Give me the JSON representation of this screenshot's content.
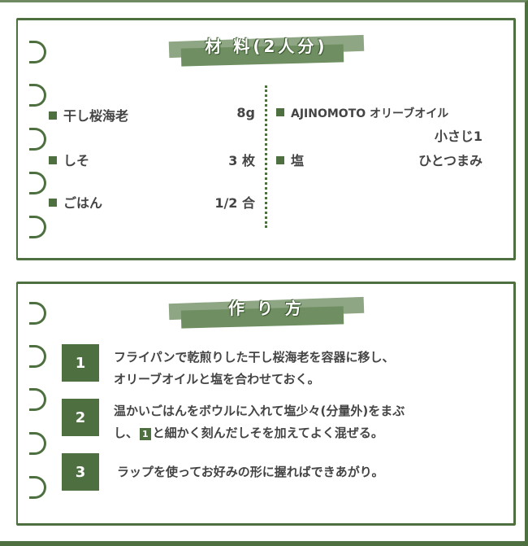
{
  "ingredients": {
    "title": "材 料(2人分)",
    "left": [
      {
        "name": "干し桜海老",
        "amount": "8g"
      },
      {
        "name": "しそ",
        "amount": "3 枚"
      },
      {
        "name": "ごはん",
        "amount": "1/2 合"
      }
    ],
    "right": [
      {
        "name": "AJINOMOTO オリーブオイル",
        "amount": "小さじ1"
      },
      {
        "name": "塩",
        "amount": "ひとつまみ"
      }
    ]
  },
  "method": {
    "title": "作 り 方",
    "steps": [
      {
        "num": "1",
        "line1": "フライパンで乾煎りした干し桜海老を容器に移し、",
        "line2": "オリーブオイルと塩を合わせておく。"
      },
      {
        "num": "2",
        "line1": "温かいごはんをボウルに入れて塩少々(分量外)をまぶ",
        "line2_pre": "し、",
        "ref": "1",
        "line2_post": "と細かく刻んだしそを加えてよく混ぜる。"
      },
      {
        "num": "3",
        "line1": "ラップを使ってお好みの形に握ればできあがり。"
      }
    ]
  },
  "colors": {
    "accent": "#4e7040",
    "band_light": "#8ea684"
  }
}
